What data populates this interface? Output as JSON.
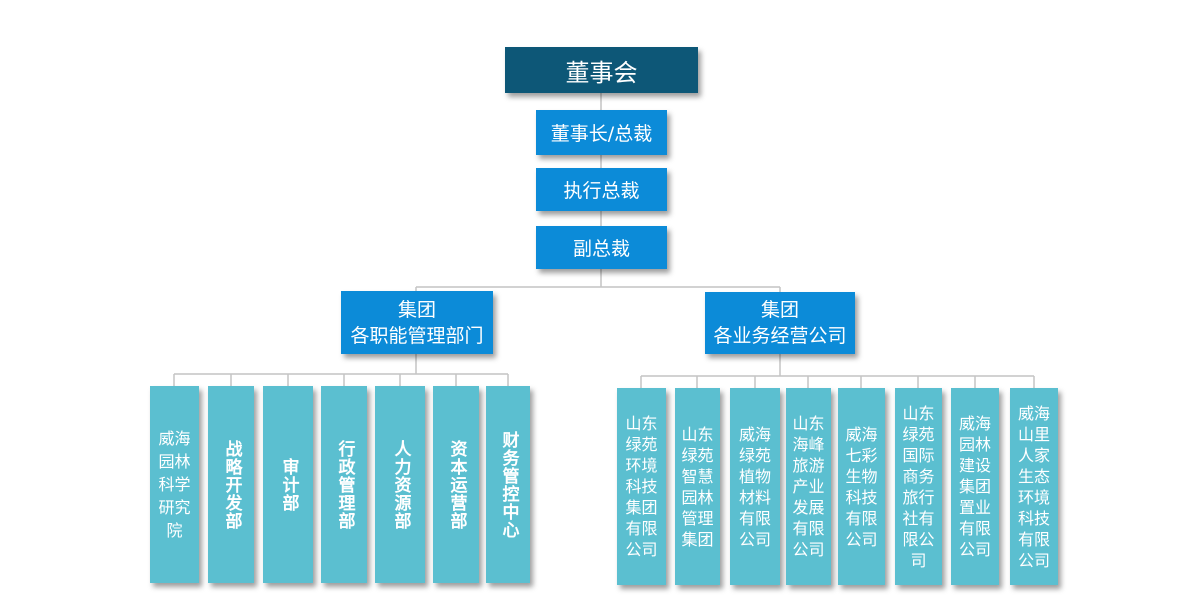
{
  "colors": {
    "top": "#0d5777",
    "exec": "#0c8bd8",
    "leaf": "#5bbfd0",
    "line": "#c4c4c4"
  },
  "board": "董事会",
  "executives": [
    "董事长/总裁",
    "执行总裁",
    "副总裁"
  ],
  "divisions": {
    "functional": {
      "line1": "集团",
      "line2": "各职能管理部门"
    },
    "business": {
      "line1": "集团",
      "line2": "各业务经营公司"
    }
  },
  "departments": [
    "威海园林科学研究院",
    "战略开发部",
    "审计部",
    "行政管理部",
    "人力资源部",
    "资本运营部",
    "财务管控中心"
  ],
  "companies": [
    "山东绿苑环境科技集团有限公司",
    "山东绿苑智慧园林管理集团",
    "威海绿苑植物材料有限公司",
    "山东海峰旅游产业发展有限公司",
    "威海七彩生物科技有限公司",
    "山东绿苑国际商务旅行社有限公司",
    "威海园林建设集团置业有限公司",
    "威海山里人家生态环境科技有限公司"
  ]
}
